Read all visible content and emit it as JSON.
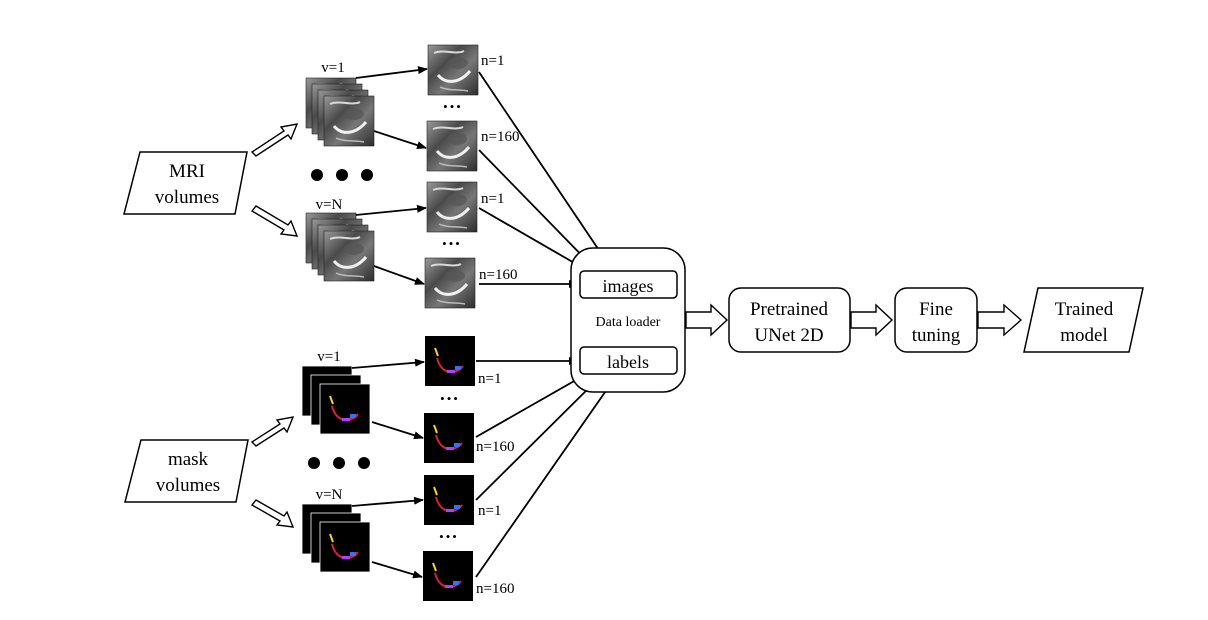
{
  "inputs": {
    "mri": {
      "line1": "MRI",
      "line2": "volumes"
    },
    "mask": {
      "line1": "mask",
      "line2": "volumes"
    }
  },
  "volume_labels": {
    "first": "v=1",
    "last": "v=N"
  },
  "slice_labels": {
    "first": "n=1",
    "last": "n=160"
  },
  "ellipsis": "•••",
  "dataloader": {
    "title": "Data loader",
    "images": "images",
    "labels": "labels"
  },
  "steps": [
    {
      "line1": "Pretrained",
      "line2": "UNet 2D"
    },
    {
      "line1": "Fine",
      "line2": "tuning"
    }
  ],
  "output": {
    "line1": "Trained",
    "line2": "model"
  },
  "colors": {
    "stroke": "#000000",
    "mask_yellow": "#ffd42a",
    "mask_red": "#e0203a",
    "mask_blue": "#3a6cff",
    "mask_violet": "#b040ff"
  }
}
